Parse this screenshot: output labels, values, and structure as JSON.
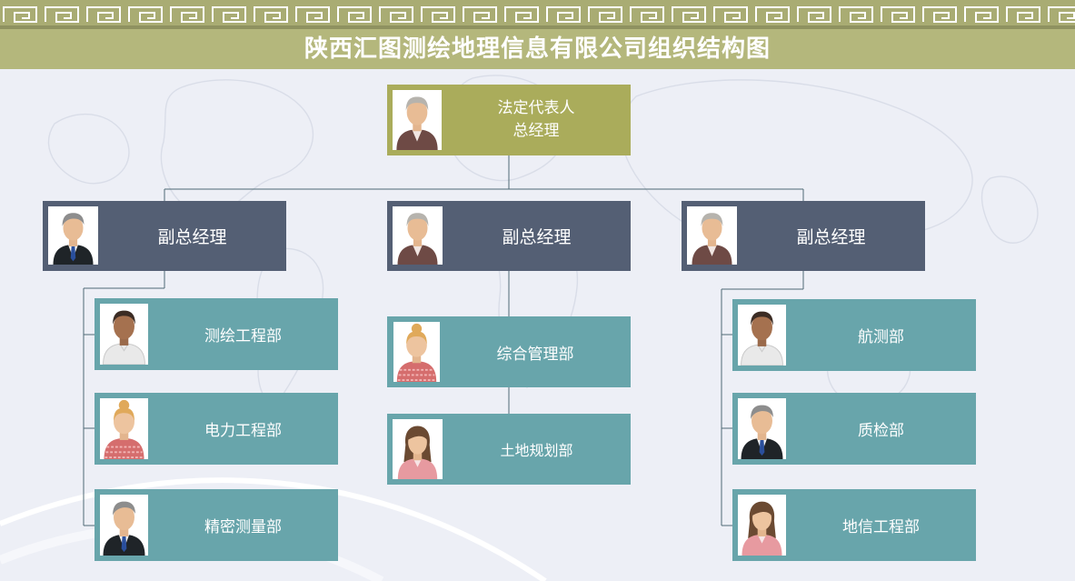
{
  "title": "陕西汇图测绘地理信息有限公司组织结构图",
  "colors": {
    "band": "#a9ac73",
    "title_bar": "#b4b77c",
    "ceo": "#aaac5b",
    "vp": "#545f74",
    "dept": "#68a5ab",
    "connector": "#4f6a75"
  },
  "ceo": {
    "line1": "法定代表人",
    "line2": "总经理",
    "avatar": "elder-man-icon"
  },
  "vps": [
    {
      "label": "副总经理",
      "avatar": "man-suit-icon"
    },
    {
      "label": "副总经理",
      "avatar": "elder-man-icon"
    },
    {
      "label": "副总经理",
      "avatar": "elder-man-icon"
    }
  ],
  "departments": {
    "left": [
      {
        "label": "测绘工程部",
        "avatar": "man-shirt-icon"
      },
      {
        "label": "电力工程部",
        "avatar": "woman-bun-icon"
      },
      {
        "label": "精密测量部",
        "avatar": "man-suit-icon"
      }
    ],
    "center": [
      {
        "label": "综合管理部",
        "avatar": "woman-bun-icon"
      },
      {
        "label": "土地规划部",
        "avatar": "woman-long-hair-icon"
      }
    ],
    "right": [
      {
        "label": "航测部",
        "avatar": "man-shirt-icon"
      },
      {
        "label": "质检部",
        "avatar": "man-suit-icon"
      },
      {
        "label": "地信工程部",
        "avatar": "woman-long-hair-icon"
      }
    ]
  }
}
